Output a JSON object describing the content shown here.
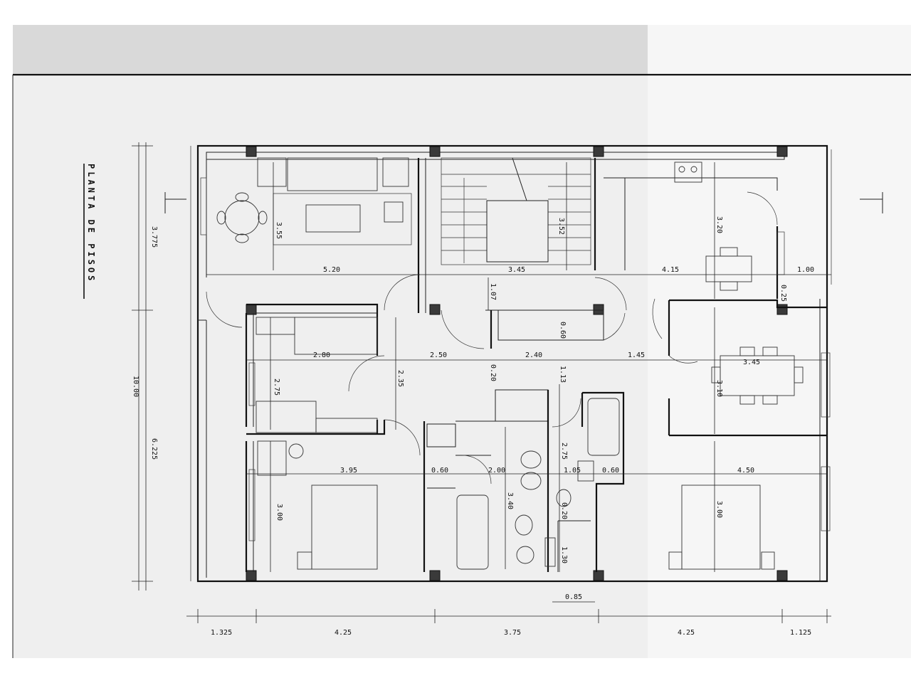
{
  "title": "PLANTA DE PISOS",
  "dimensions": {
    "left": [
      "3.775",
      "10.00",
      "6.225"
    ],
    "bottom": [
      "1.325",
      "4.25",
      "3.75",
      "4.25",
      "1.125"
    ],
    "bottom_small": "0.85",
    "rooms": {
      "living_h": "3.55",
      "living_w": "5.20",
      "stair_w": "3.45",
      "stair_h": "3.52",
      "kitchen_h": "3.20",
      "kitchen_w": "4.15",
      "kitchen_side": "1.00",
      "kitchen_small": "0.25",
      "hall_a": "1.07",
      "hall_b": "0.60",
      "bed1_w": "2.80",
      "bed1_h": "2.75",
      "corr_a": "2.50",
      "corr_b": "2.40",
      "corr_c": "1.45",
      "corr_d": "0.20",
      "corr_e": "1.13",
      "corr_h": "2.35",
      "dining_w": "3.45",
      "dining_h": "3.10",
      "bath_h": "2.75",
      "bed2_w": "3.95",
      "bed2_h": "3.00",
      "bath_a": "0.60",
      "bath_b": "2.00",
      "bath_c": "1.05",
      "bath_d": "0.60",
      "bath_e": "3.40",
      "bath_f": "0.20",
      "bath_g": "1.30",
      "bed3_w": "4.50",
      "bed3_h": "3.00"
    }
  }
}
